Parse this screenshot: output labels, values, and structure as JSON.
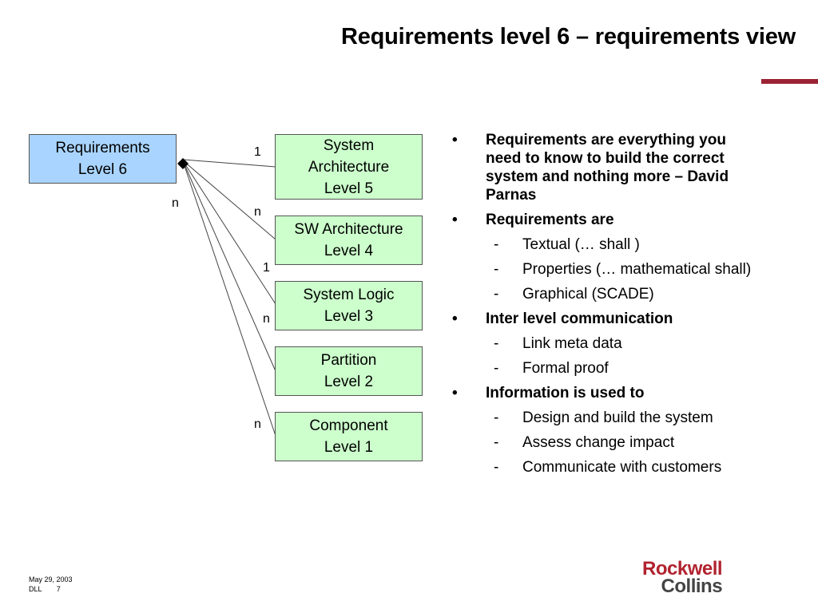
{
  "slide": {
    "title": "Requirements level 6 – requirements view",
    "accent_color": "#9b2335"
  },
  "diagram": {
    "target": {
      "line1": "Requirements",
      "line2": "Level 6",
      "color": "#a9d4ff"
    },
    "levels": [
      {
        "line1": "System",
        "line2": "Architecture",
        "line3": "Level 5",
        "color": "#ccffcc"
      },
      {
        "line1": "SW Architecture",
        "line2": "Level 4",
        "color": "#ccffcc"
      },
      {
        "line1": "System Logic",
        "line2": "Level 3",
        "color": "#ccffcc"
      },
      {
        "line1": "Partition",
        "line2": "Level 2",
        "color": "#ccffcc"
      },
      {
        "line1": "Component",
        "line2": "Level 1",
        "color": "#ccffcc"
      }
    ],
    "cardinalities": {
      "target_side": "n",
      "level5": "1",
      "level4_top": "n",
      "level4_bottom": "1",
      "level3": "n",
      "level1": "n"
    }
  },
  "bullets": [
    {
      "text": "Requirements are everything you need to know to build the correct system and nothing more – David Parnas",
      "sub": []
    },
    {
      "text": "Requirements are",
      "sub": [
        "Textual (… shall )",
        "Properties (… mathematical shall)",
        "Graphical (SCADE)"
      ]
    },
    {
      "text": "Inter level communication",
      "sub": [
        "Link meta data",
        "Formal proof"
      ]
    },
    {
      "text": "Information is used to",
      "sub": [
        "Design and build the system",
        "Assess change impact",
        "Communicate with customers"
      ]
    }
  ],
  "markers": {
    "bullet": "•",
    "dash": "-"
  },
  "footer": {
    "date": "May 29, 2003",
    "author": "DLL",
    "page": "7"
  },
  "logo": {
    "line1": "Rockwell",
    "line2": "Collins"
  }
}
